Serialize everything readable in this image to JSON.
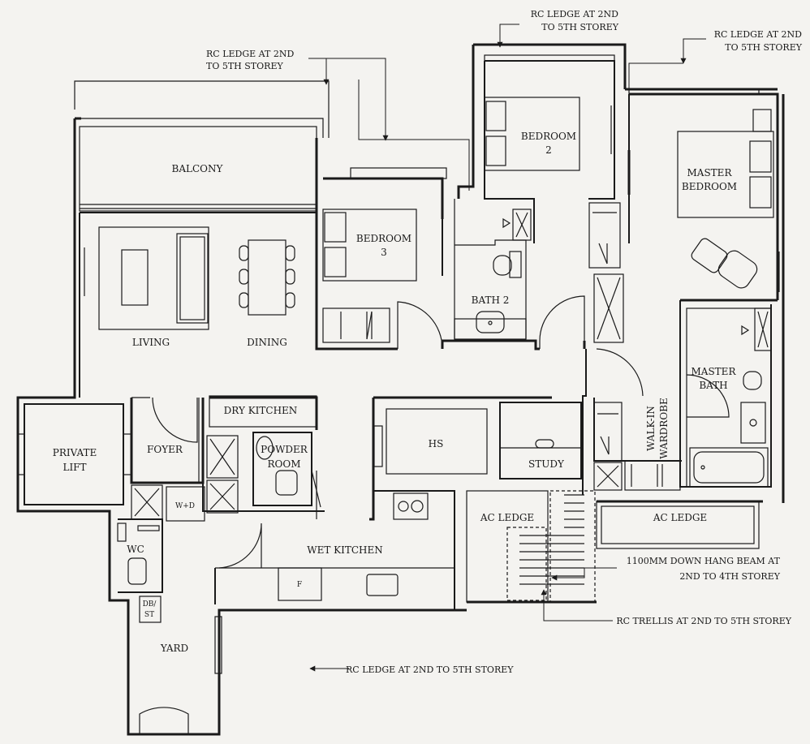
{
  "rooms": {
    "balcony": "BALCONY",
    "living": "LIVING",
    "dining": "DINING",
    "bedroom3": [
      "BEDROOM",
      "3"
    ],
    "bedroom2": [
      "BEDROOM",
      "2"
    ],
    "bath2": "BATH 2",
    "master_bedroom": [
      "MASTER",
      "BEDROOM"
    ],
    "master_bath": [
      "MASTER",
      "BATH"
    ],
    "walk_in_wardrobe": [
      "WALK-IN",
      "WARDROBE"
    ],
    "private_lift": [
      "PRIVATE",
      "LIFT"
    ],
    "foyer": "FOYER",
    "dry_kitchen": "DRY KITCHEN",
    "powder_room": [
      "POWDER",
      "ROOM"
    ],
    "hs": "HS",
    "study": "STUDY",
    "ac_ledge_left": "AC LEDGE",
    "ac_ledge_right": "AC LEDGE",
    "wet_kitchen": "WET KITCHEN",
    "wc": "WC",
    "yard": "YARD",
    "wd": "W+D",
    "dbst": [
      "DB/",
      "ST"
    ],
    "fridge": "F"
  },
  "notes": {
    "rc_ledge_top_left": [
      "RC LEDGE AT 2ND",
      "TO 5TH STOREY"
    ],
    "rc_ledge_top_mid": [
      "RC LEDGE AT 2ND",
      "TO 5TH STOREY"
    ],
    "rc_ledge_top_right": [
      "RC LEDGE AT 2ND",
      "TO 5TH STOREY"
    ],
    "down_hang_beam": [
      "1100MM DOWN HANG BEAM AT",
      "2ND TO 4TH STOREY"
    ],
    "rc_trellis": "RC TRELLIS AT 2ND TO 5TH STOREY",
    "rc_ledge_bottom": "RC LEDGE AT 2ND TO 5TH STOREY"
  }
}
